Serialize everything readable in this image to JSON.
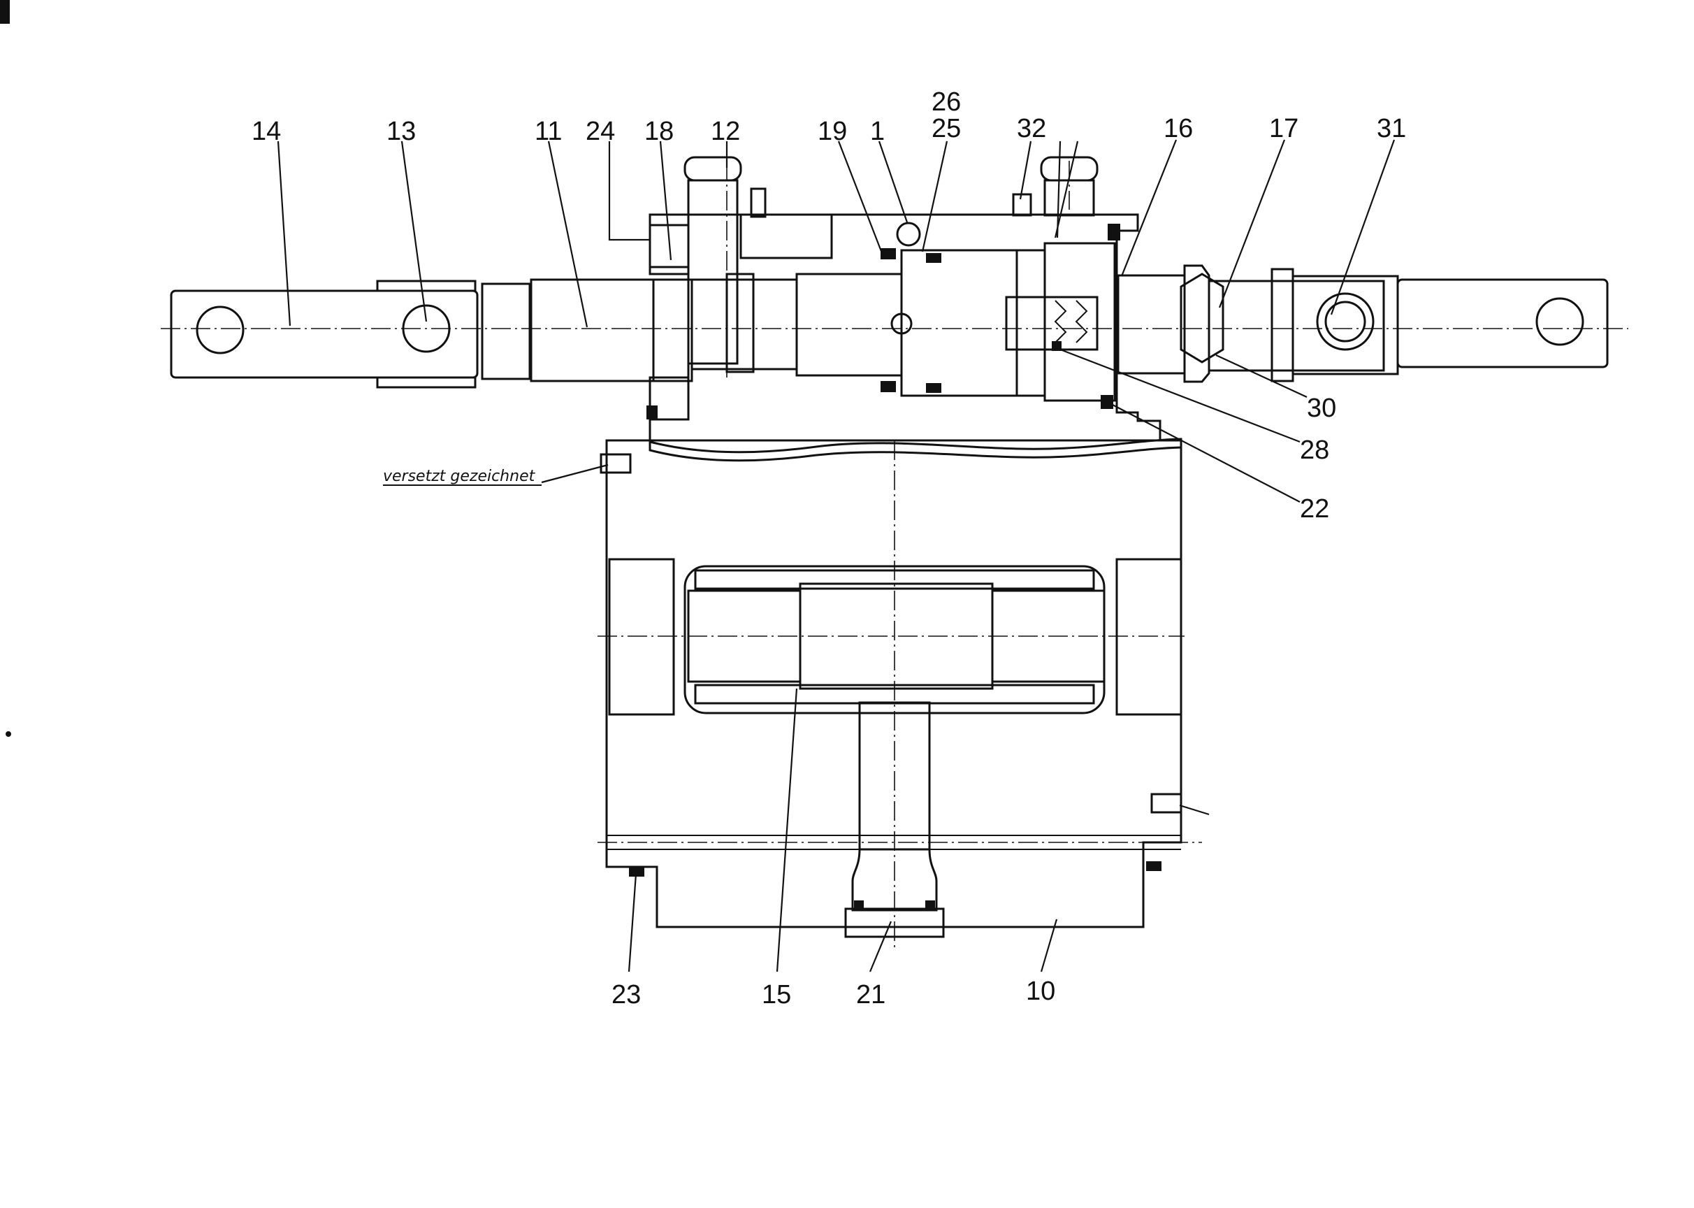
{
  "drawing": {
    "note": "versetzt gezeichnet",
    "callouts": [
      {
        "id": "14",
        "label": "14"
      },
      {
        "id": "13",
        "label": "13"
      },
      {
        "id": "11",
        "label": "11"
      },
      {
        "id": "24",
        "label": "24"
      },
      {
        "id": "18",
        "label": "18"
      },
      {
        "id": "12",
        "label": "12"
      },
      {
        "id": "19",
        "label": "19"
      },
      {
        "id": "1",
        "label": "1"
      },
      {
        "id": "26",
        "label": "26"
      },
      {
        "id": "25",
        "label": "25"
      },
      {
        "id": "32",
        "label": "32"
      },
      {
        "id": "16",
        "label": "16"
      },
      {
        "id": "17",
        "label": "17"
      },
      {
        "id": "31",
        "label": "31"
      },
      {
        "id": "30",
        "label": "30"
      },
      {
        "id": "28",
        "label": "28"
      },
      {
        "id": "22",
        "label": "22"
      },
      {
        "id": "23",
        "label": "23"
      },
      {
        "id": "15",
        "label": "15"
      },
      {
        "id": "21",
        "label": "21"
      },
      {
        "id": "10",
        "label": "10"
      }
    ]
  }
}
